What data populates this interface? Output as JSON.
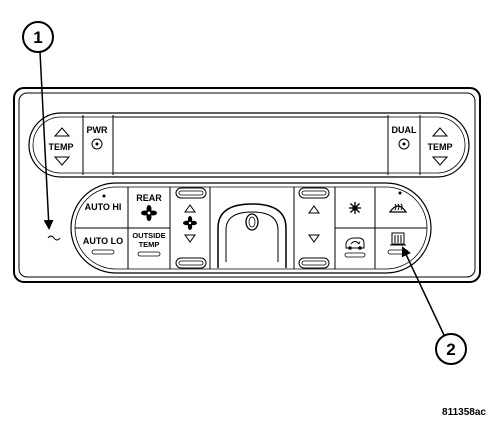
{
  "callouts": {
    "one": "1",
    "two": "2"
  },
  "labels": {
    "temp_left": "TEMP",
    "temp_right": "TEMP",
    "pwr": "PWR",
    "dual": "DUAL",
    "auto_hi": "AUTO HI",
    "auto_lo": "AUTO LO",
    "rear": "REAR",
    "outside_line1": "OUTSIDE",
    "outside_line2": "TEMP"
  },
  "figure_code": "811358ac",
  "icons": {
    "fan": "fan-icon",
    "ac": "snowflake-icon",
    "front_defrost": "front-defrost-icon",
    "rear_defrost": "rear-defrost-icon",
    "recirc": "recirculation-icon",
    "temp_sensor": "sun-sensor-icon"
  }
}
